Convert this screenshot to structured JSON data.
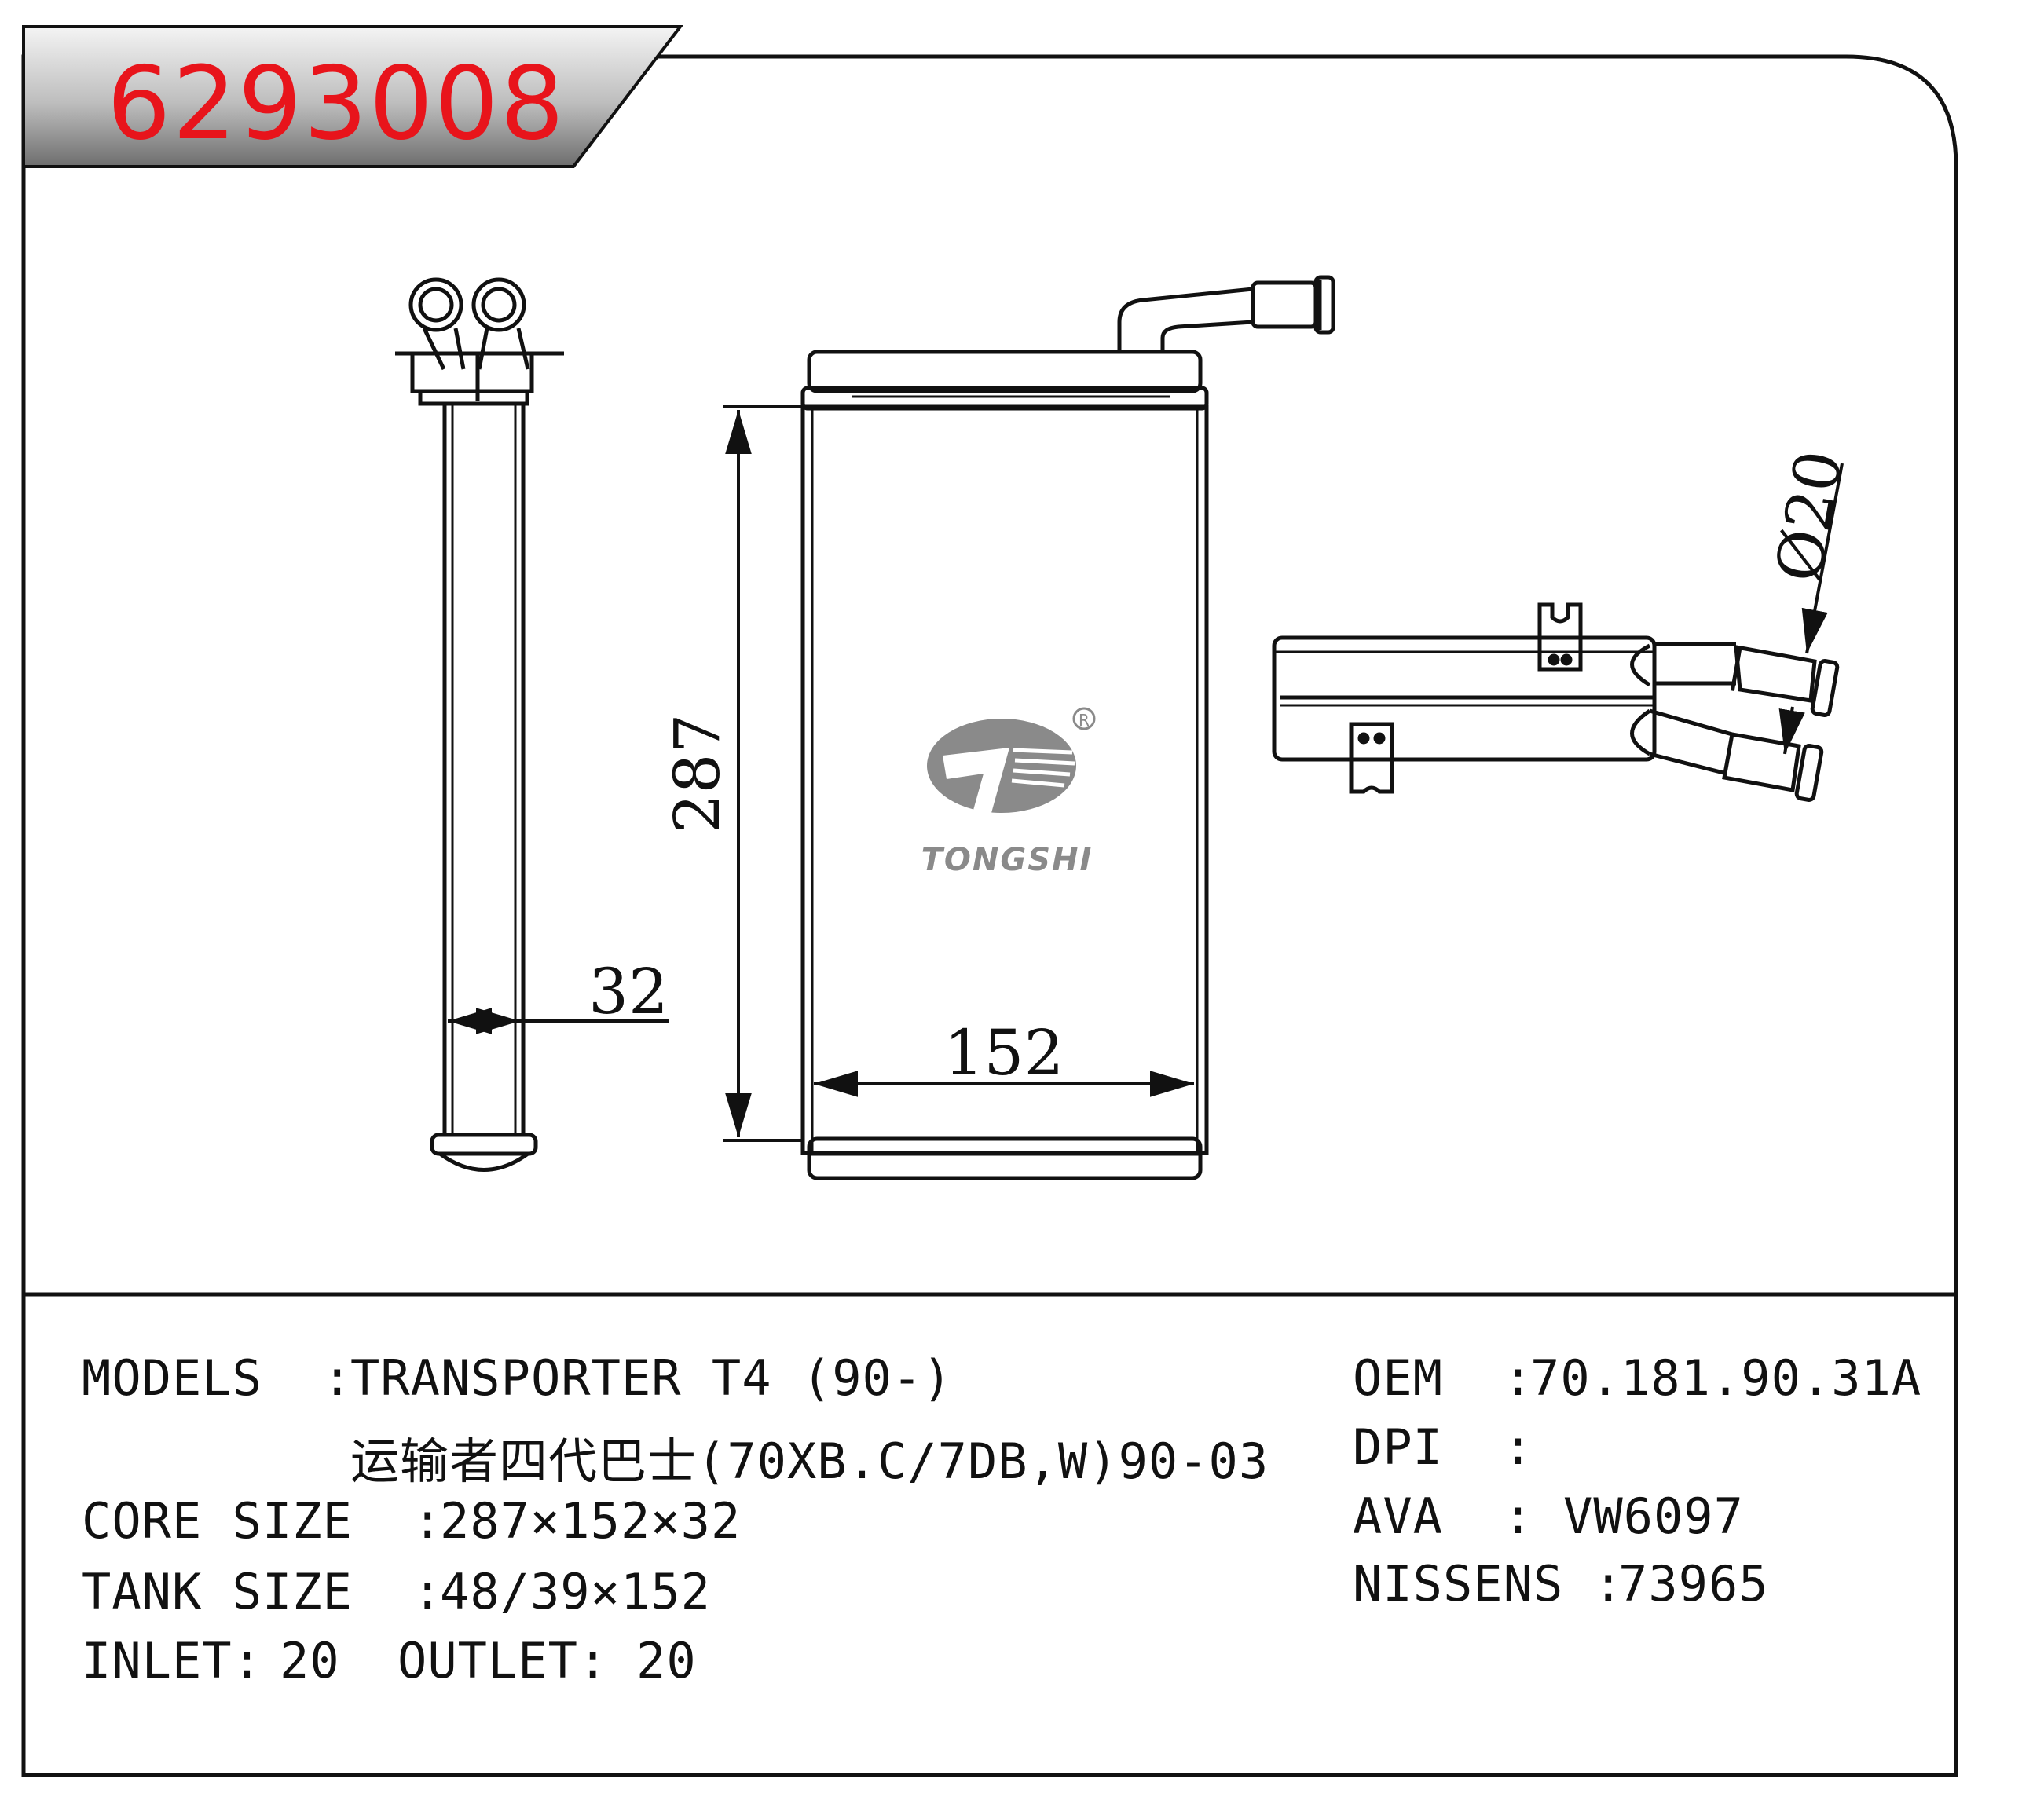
{
  "part_number": "6293008",
  "dimensions": {
    "height": "287",
    "width": "152",
    "depth": "32",
    "pipe_diameter": "Ø20"
  },
  "logo": {
    "brand": "TONGSHI",
    "registered_mark": "R"
  },
  "specs": {
    "models_label": "MODELS  :",
    "models_value": "TRANSPORTER T4 (90-)",
    "models_value_cn": "运输者四代巴士(70XB.C/7DB,W)90-03",
    "core_size_label": "CORE SIZE  :",
    "core_size_value": "287×152×32",
    "tank_size_label": "TANK SIZE  :",
    "tank_size_value": "48/39×152",
    "inlet_label": "INLET:",
    "inlet_value": "20",
    "outlet_label": "OUTLET:",
    "outlet_value": "20"
  },
  "references": {
    "oem_label": "OEM  :",
    "oem_value": "70.181.90.31A",
    "dpi_label": "DPI  :",
    "dpi_value": "",
    "ava_label": "AVA  :",
    "ava_value": "VW6097",
    "nissens_label": "NISSENS :",
    "nissens_value": "73965"
  },
  "colors": {
    "title_red": "#e8141b",
    "line": "#111111",
    "logo_gray": "#8a8a8a"
  }
}
